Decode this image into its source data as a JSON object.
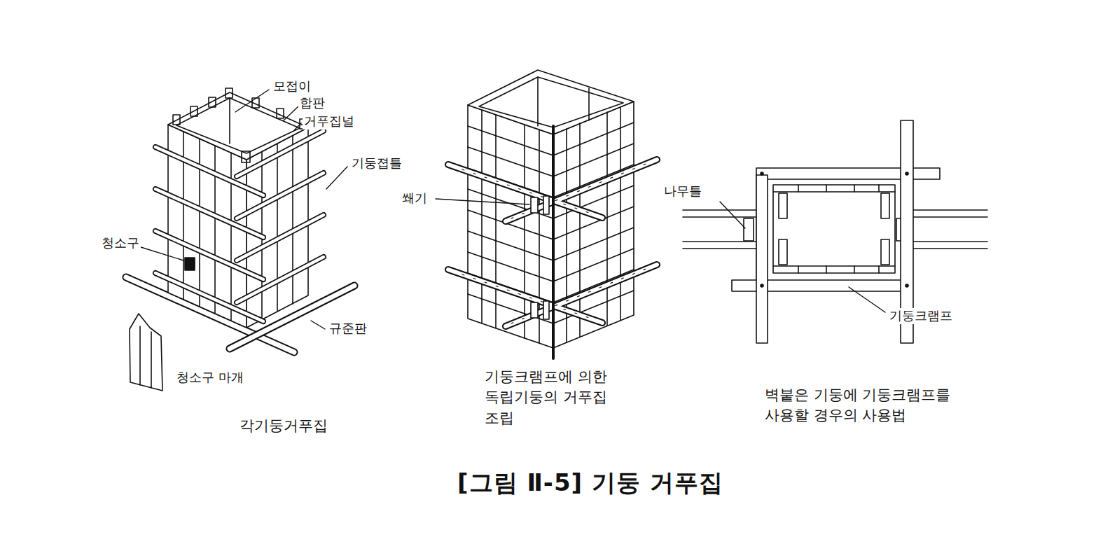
{
  "diagram": {
    "caption": "[그림 Ⅱ-5] 기둥 거푸집",
    "labels": [
      "모접이",
      "합판",
      "거푸집널",
      "기둥졉틀",
      "청소구",
      "규준판",
      "청소구 마개",
      "각기둥거푸집",
      "쐐기",
      "기둥크램프에 의한 독립기둥의 거푸집 조립",
      "나무틀",
      "기둥크램프",
      "벽붙은 기둥에 기둥크램프를 사용할 경우의 사용법"
    ]
  }
}
